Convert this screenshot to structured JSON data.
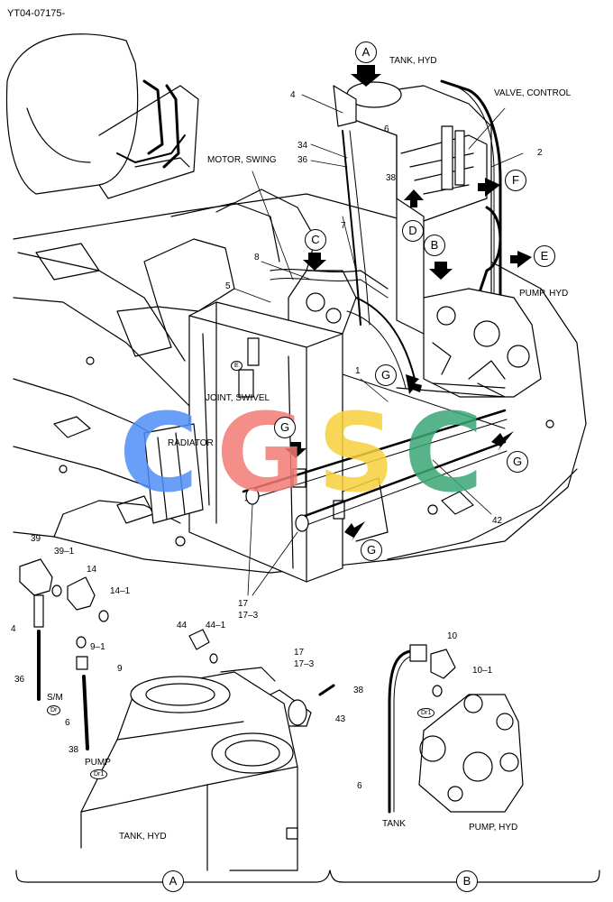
{
  "figure_id": "YT04-07175-",
  "labels": {
    "tank_hyd_top": "TANK, HYD",
    "valve_control": "VALVE, CONTROL",
    "motor_swing": "MOTOR, SWING",
    "pump_hyd_right": "PUMP, HYD",
    "joint_swivel": "JOINT, SWIVEL",
    "radiator": "RADIATOR",
    "tank_hyd_bottom": "TANK, HYD",
    "tank_b": "TANK",
    "pump_hyd_b": "PUMP, HYD",
    "sm": "S/M",
    "pump": "PUMP"
  },
  "callouts": {
    "a_top": "A",
    "c": "C",
    "f": "F",
    "d": "D",
    "b": "B",
    "e": "E",
    "g1": "G",
    "g2": "G",
    "g3": "G",
    "g4": "G",
    "a_bottom": "A",
    "b_bottom": "B"
  },
  "small_tags": {
    "dr": "Dr",
    "dr1_pump": "Dr1",
    "dr1_b": "Dr1",
    "e_small": "E"
  },
  "part_numbers": {
    "p4": "4",
    "p6": "6",
    "p34": "34",
    "p36": "36",
    "p38": "38",
    "p2": "2",
    "p7": "7",
    "p8": "8",
    "p5": "5",
    "p1": "1",
    "p42": "42",
    "p17a": "17",
    "p17_3a": "17–3",
    "p39": "39",
    "p39_1": "39–1",
    "p14": "14",
    "p14_1": "14–1",
    "p4b": "4",
    "p9_1": "9–1",
    "p9": "9",
    "p36b": "36",
    "p6b": "6",
    "p38b": "38",
    "p44": "44",
    "p44_1": "44–1",
    "p17b": "17",
    "p17_3b": "17–3",
    "p43": "43",
    "p10": "10",
    "p10_1": "10–1",
    "p38c": "38",
    "p6c": "6"
  },
  "watermark": {
    "letters": [
      "C",
      "G",
      "S",
      "C"
    ],
    "colors": [
      "#4f8ff7",
      "#f27b74",
      "#f7d13c",
      "#3aa876"
    ]
  }
}
